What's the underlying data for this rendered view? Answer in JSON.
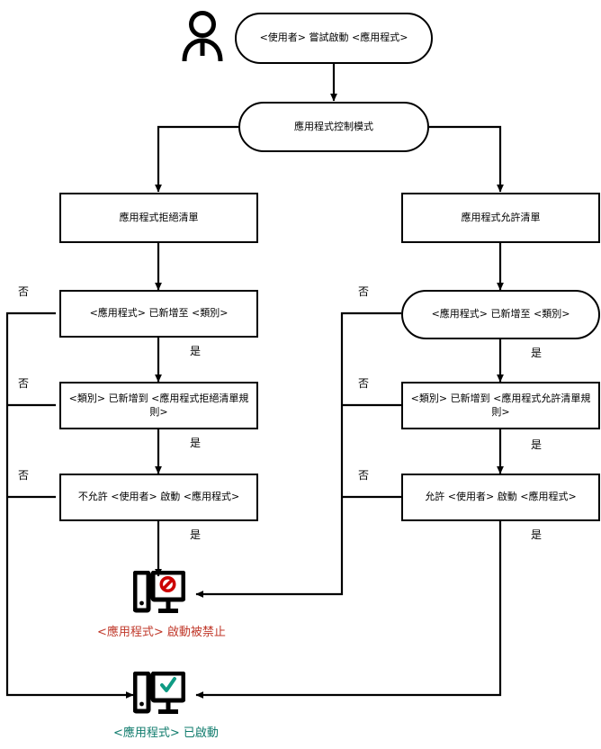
{
  "diagram": {
    "title": "Application Control start scenario",
    "colors": {
      "stroke": "#000000",
      "denied": "#c0392b",
      "allowed": "#0f7b6c",
      "background": "#ffffff"
    }
  },
  "actor": {
    "name": "user-actor-icon",
    "label": "user"
  },
  "nodes": {
    "start": "<使用者> 嘗試啟動 <應用程式>",
    "mode": "應用程式控制模式",
    "denylist": "應用程式拒絕清單",
    "allowlist": "應用程式允許清單",
    "deny_added_category": "<應用程式> 已新增至 <類別>",
    "allow_added_category": "<應用程式> 已新增至 <類別>",
    "deny_category_rule": "<類別> 已新增到 <應用程式拒絕清單規則>",
    "allow_category_rule": "<類別> 已新增到 <應用程式允許清單規則>",
    "deny_start": "不允許 <使用者> 啟動 <應用程式>",
    "allow_start": "允許 <使用者> 啟動 <應用程式>"
  },
  "edge_labels": {
    "no": "否",
    "yes": "是"
  },
  "edges": [
    {
      "from": "start",
      "to": "mode",
      "label": ""
    },
    {
      "from": "mode",
      "to": "denylist",
      "label": ""
    },
    {
      "from": "mode",
      "to": "allowlist",
      "label": ""
    },
    {
      "from": "denylist",
      "to": "deny_added_category",
      "label": ""
    },
    {
      "from": "allowlist",
      "to": "allow_added_category",
      "label": ""
    },
    {
      "from": "deny_added_category",
      "to": "deny_category_rule",
      "label": "是"
    },
    {
      "from": "deny_added_category",
      "to": "app_started",
      "label": "否"
    },
    {
      "from": "deny_category_rule",
      "to": "deny_start",
      "label": "是"
    },
    {
      "from": "deny_category_rule",
      "to": "app_started",
      "label": "否"
    },
    {
      "from": "deny_start",
      "to": "app_blocked",
      "label": "是"
    },
    {
      "from": "deny_start",
      "to": "app_started",
      "label": "否"
    },
    {
      "from": "allow_added_category",
      "to": "allow_category_rule",
      "label": "是"
    },
    {
      "from": "allow_added_category",
      "to": "app_blocked",
      "label": "否"
    },
    {
      "from": "allow_category_rule",
      "to": "allow_start",
      "label": "是"
    },
    {
      "from": "allow_category_rule",
      "to": "app_blocked",
      "label": "否"
    },
    {
      "from": "allow_start",
      "to": "app_started",
      "label": "是"
    },
    {
      "from": "allow_start",
      "to": "app_blocked",
      "label": "否"
    }
  ],
  "results": {
    "blocked": {
      "icon": "monitor-blocked-icon",
      "label": "<應用程式> 啟動被禁止"
    },
    "started": {
      "icon": "monitor-allowed-icon",
      "label": "<應用程式> 已啟動"
    }
  },
  "labels": {
    "no_left_1": "否",
    "no_left_2": "否",
    "no_left_3": "否",
    "no_right_1": "否",
    "no_right_2": "否",
    "no_right_3": "否",
    "yes_left_1": "是",
    "yes_left_2": "是",
    "yes_left_3": "是",
    "yes_right_1": "是",
    "yes_right_2": "是",
    "yes_right_3": "是"
  }
}
